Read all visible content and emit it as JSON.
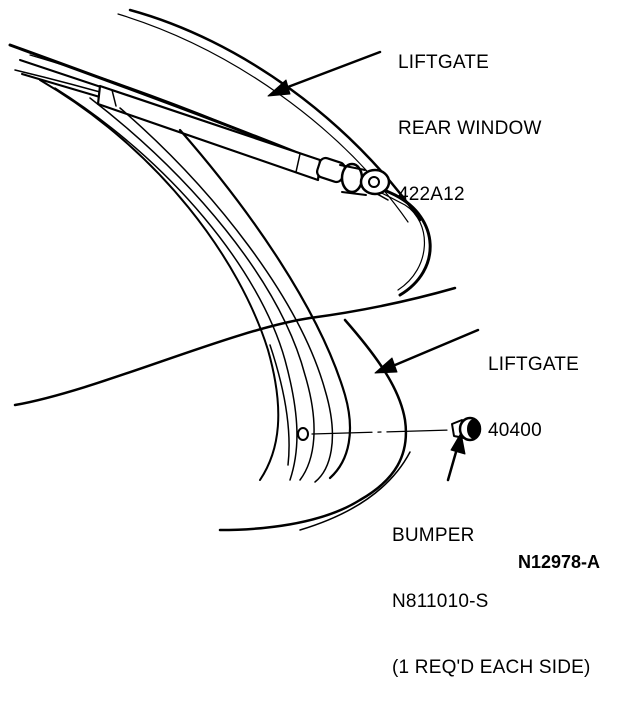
{
  "figure": {
    "reference_code": "N12978-A",
    "ink_color": "#000000",
    "background_color": "#ffffff"
  },
  "callouts": {
    "rear_window": {
      "line1": "LIFTGATE",
      "line2": "REAR WINDOW",
      "line3": "422A12"
    },
    "liftgate": {
      "line1": "LIFTGATE",
      "line2": "40400"
    },
    "bumper": {
      "line1": "BUMPER",
      "line2": "N811010-S",
      "line3": "(1 REQ'D EACH SIDE)"
    }
  }
}
